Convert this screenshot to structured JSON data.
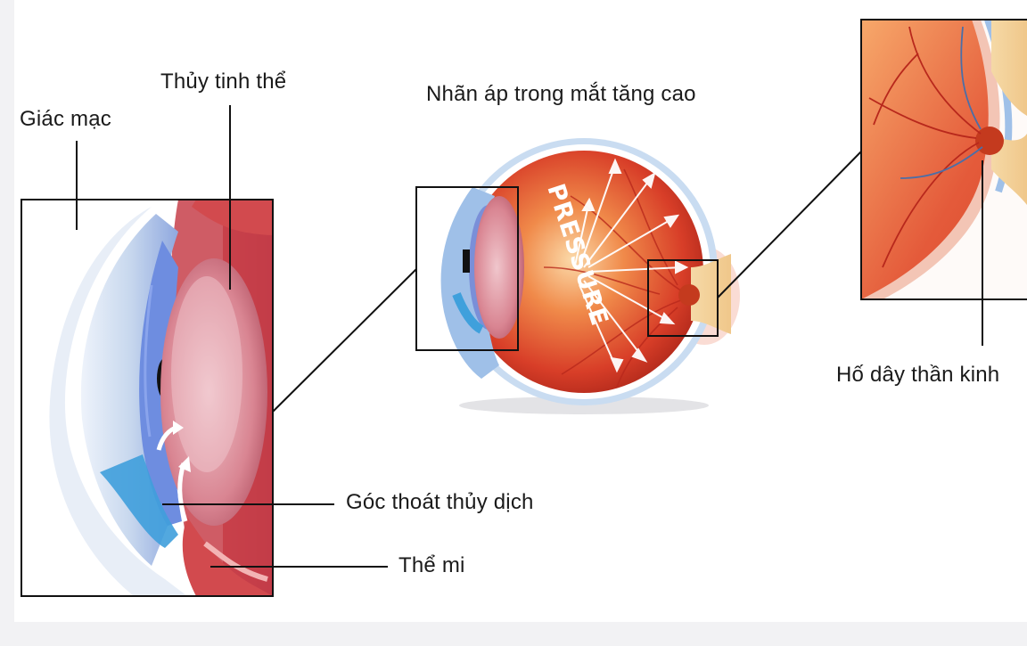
{
  "labels": {
    "cornea": "Giác mạc",
    "lens": "Thủy tinh thể",
    "pressure_title": "Nhãn áp trong mắt tăng cao",
    "drainage_angle": "Góc thoát thủy dịch",
    "ciliary_body": "Thể mi",
    "optic_cup": "Hố dây thần kinh",
    "pressure_word": "PRESSURE"
  },
  "colors": {
    "background": "#f2f2f4",
    "panel": "#ffffff",
    "eye_red": "#d8412c",
    "lens_pink": "#e8a5ae",
    "cornea_blue": "#9fc0e8",
    "fluid_blue": "#3fa0dc",
    "line": "#111111"
  }
}
